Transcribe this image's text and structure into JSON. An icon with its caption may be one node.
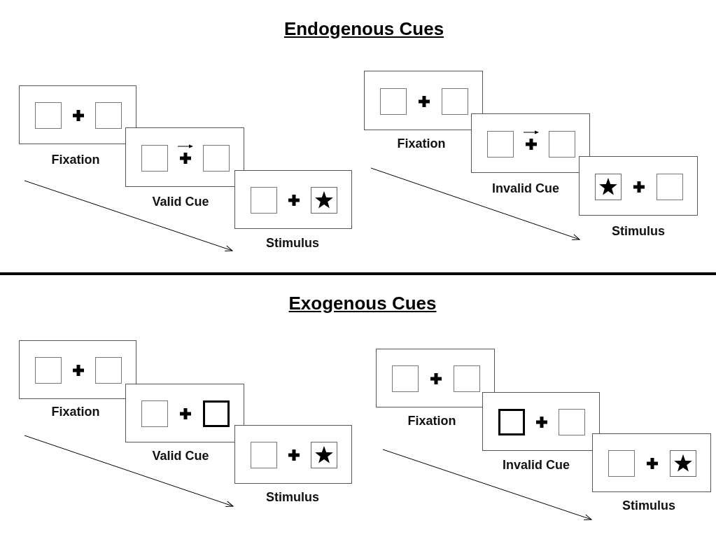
{
  "diagram": {
    "nodes": [
      {
        "text": [],
        "shape": "box",
        "beside": [
          "Fixation"
        ]
      },
      {
        "text": [],
        "shape": "box",
        "beside": [
          "Valid Cue"
        ]
      },
      {
        "text": [],
        "shape": "box",
        "beside": [
          "Stimulus"
        ]
      },
      {
        "text": [],
        "shape": "box",
        "beside": [
          "Fixation"
        ]
      },
      {
        "text": [],
        "shape": "box",
        "beside": [
          "Invalid Cue"
        ]
      },
      {
        "text": [],
        "shape": "box",
        "beside": [
          "Stimulus"
        ]
      },
      {
        "text": [],
        "shape": "box",
        "beside": [
          "Fixation"
        ]
      },
      {
        "text": [],
        "shape": "box",
        "beside": [
          "Valid Cue"
        ]
      },
      {
        "text": [],
        "shape": "box",
        "beside": [
          "Stimulus"
        ]
      },
      {
        "text": [],
        "shape": "box",
        "beside": [
          "Fixation"
        ]
      },
      {
        "text": [],
        "shape": "box",
        "beside": [
          "Invalid Cue"
        ]
      },
      {
        "text": [],
        "shape": "box",
        "beside": [
          "Stimulus"
        ]
      }
    ],
    "labels": [
      "Endogenous Cues",
      "Exogenous Cues"
    ]
  }
}
